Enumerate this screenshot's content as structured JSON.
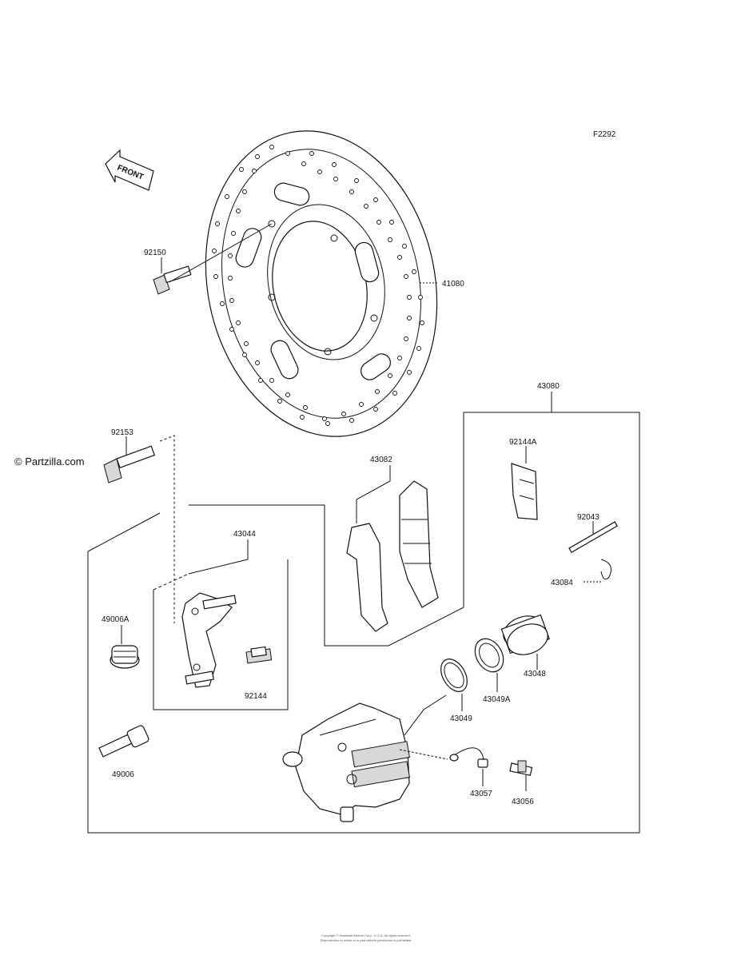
{
  "figure_code": "F2292",
  "front_label": "FRONT",
  "watermark": "© Partzilla.com",
  "footer_line1": "Copyright © Kawasaki Motors Corp., U.S.A. All rights reserved.",
  "footer_line2": "Reproduction in whole or in part without permission is prohibited.",
  "parts": {
    "p41080": "41080",
    "p92150": "92150",
    "p92153": "92153",
    "p43080": "43080",
    "p43082": "43082",
    "p92144A": "92144A",
    "p92043": "92043",
    "p43084": "43084",
    "p43044": "43044",
    "p92144": "92144",
    "p49006A": "49006A",
    "p49006": "49006",
    "p43048": "43048",
    "p43049A": "43049A",
    "p43049": "43049",
    "p43057": "43057",
    "p43056": "43056"
  }
}
